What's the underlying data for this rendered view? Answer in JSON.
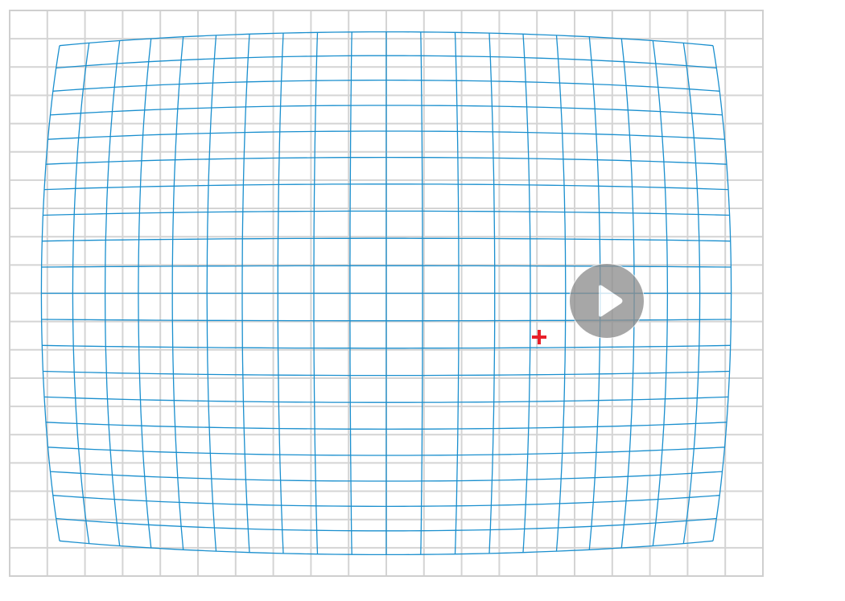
{
  "viewer": {
    "reference_grid": {
      "columns": 20,
      "rows": 20,
      "line_color": "#d4d4d4",
      "border_color": "#cfcfcf"
    },
    "distortion_grid": {
      "columns": 20,
      "rows": 20,
      "line_color": "#1a8fce",
      "distortion_type": "barrel"
    },
    "play_button": {
      "icon": "play-icon",
      "background_color": "#8f8f8f",
      "icon_color": "#ffffff"
    },
    "center_marker": {
      "icon": "crosshair-icon",
      "color": "#e8202a"
    }
  }
}
